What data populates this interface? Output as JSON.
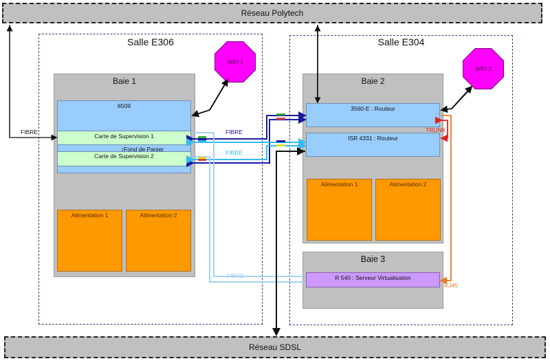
{
  "networks": {
    "top": "Réseau Polytech",
    "bottom": "Réseau SDSL"
  },
  "rooms": [
    {
      "title": "Salle E306"
    },
    {
      "title": "Salle E304"
    }
  ],
  "racks": {
    "baie1": {
      "title": "Baie 1",
      "switch": "6509",
      "sup1": "Carte de Supervision 1",
      "backplane": "Fond de Panier",
      "sup2": "Carte de Supervision 2",
      "psu1": "Alimentation 1",
      "psu2": "Alimentation 2"
    },
    "baie2": {
      "title": "Baie 2",
      "router1": "3560-E : Routeur",
      "router2": "ISR 4331 : Routeur",
      "psu1": "Alimentation 1",
      "psu2": "Alimentation 2"
    },
    "baie3": {
      "title": "Baie 3",
      "server": "R 540 : Serveur Virtualisation"
    }
  },
  "wifi": [
    "WIFI 1",
    "WIFI 2"
  ],
  "link_labels": {
    "fibre_left": "FIBRE",
    "fibre_dark": "FIBRE",
    "fibre_light": "FIBRE",
    "fibre_server": "FIBRE",
    "trunk": "TRUNK",
    "rj45": "RJ45"
  },
  "colors": {
    "rack": "#c0c0c0",
    "device_blue": "#99ccff",
    "supervisor_green": "#ccffcc",
    "psu_orange": "#ff9900",
    "server_purple": "#cc99ff",
    "wifi_magenta": "#ff00ff",
    "fibre_dark": "#1a1aa0",
    "fibre_cyan": "#33bbee",
    "fibre_light": "#99ccee",
    "trunk": "#dd2222",
    "rj45": "#ee7722"
  }
}
